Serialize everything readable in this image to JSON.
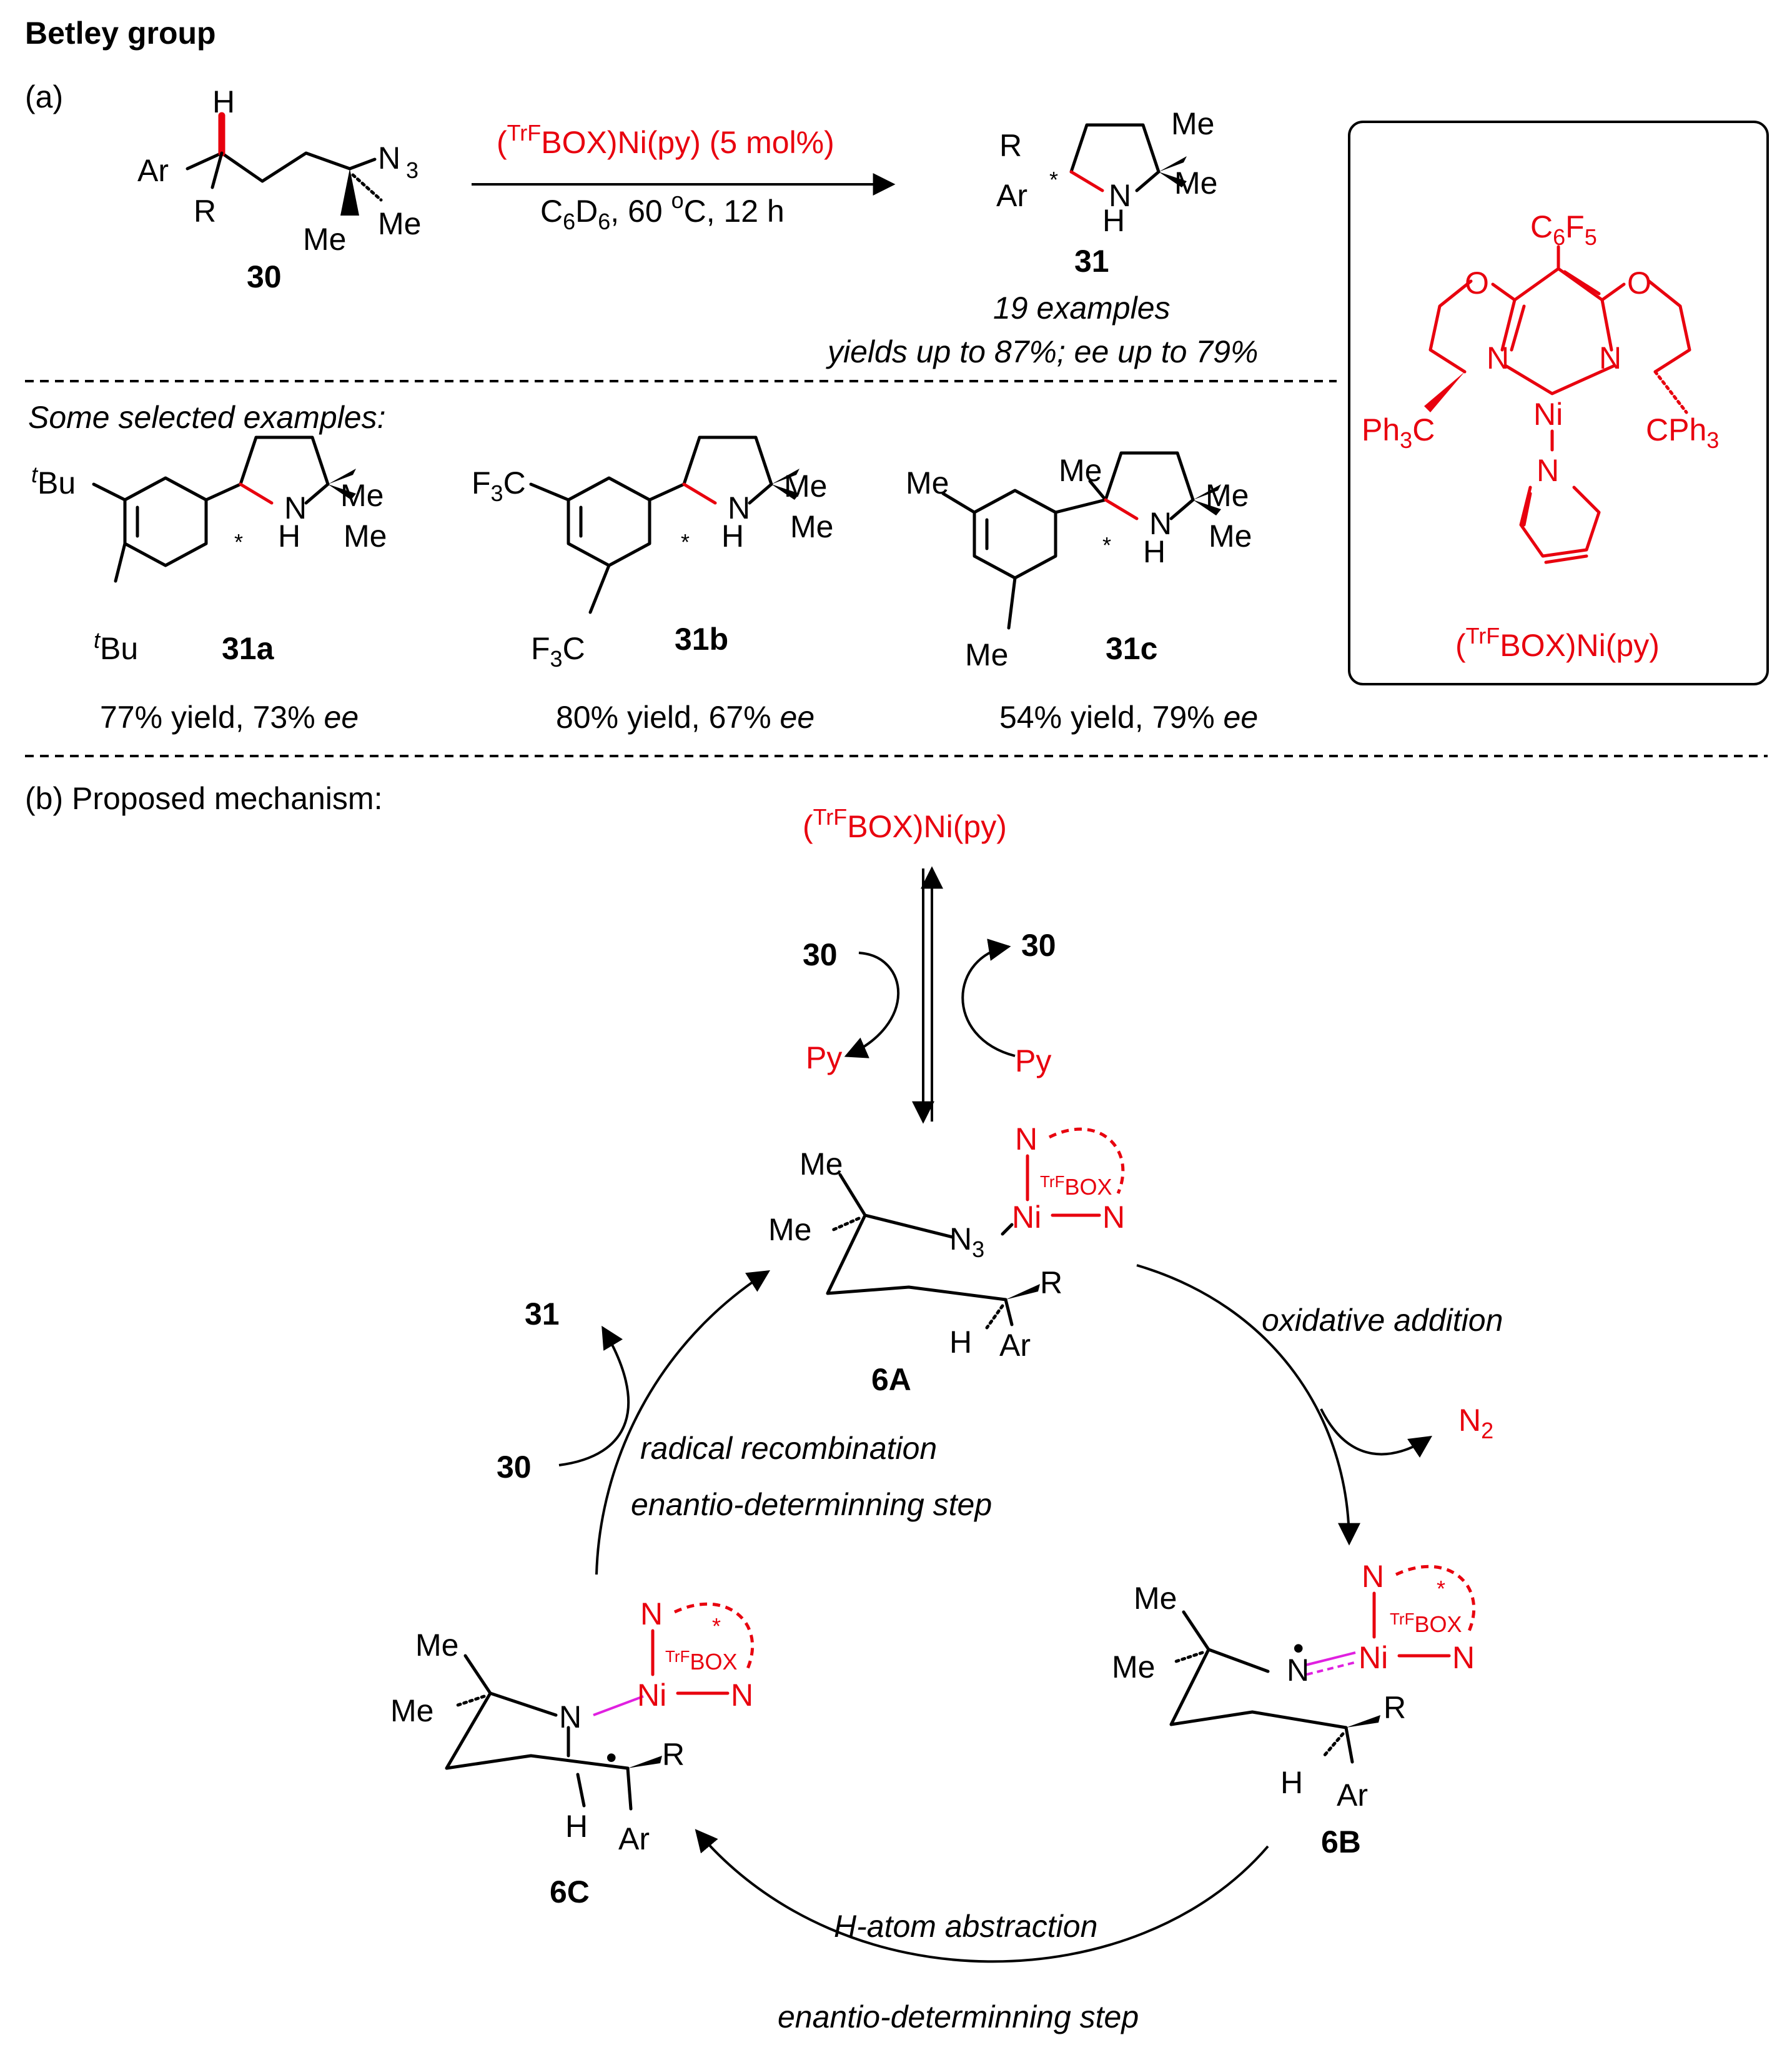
{
  "header": {
    "title": "Betley group"
  },
  "part_a": {
    "label": "(a)",
    "reactant": {
      "id": "30",
      "labels": {
        "H": "H",
        "Ar": "Ar",
        "R": "R",
        "N3": "N",
        "N3_sub": "3",
        "Me1": "Me",
        "Me2": "Me"
      }
    },
    "conditions": {
      "catalyst_pre": "(",
      "catalyst_sup": "TrF",
      "catalyst_post": "BOX)Ni(py) (5 mol%)",
      "solvent_c": "C",
      "solvent_6a": "6",
      "solvent_d": "D",
      "solvent_6b": "6",
      "temp": ", 60 ",
      "deg": "o",
      "temp_rest": "C, 12 h"
    },
    "product": {
      "id": "31",
      "labels": {
        "R": "R",
        "Ar": "Ar",
        "star": "*",
        "N": "N",
        "H": "H",
        "Me1": "Me",
        "Me2": "Me"
      }
    },
    "summary": {
      "examples": "19 examples",
      "yields": "yields up to 87%; ee up to 79%"
    }
  },
  "catalyst_box": {
    "labels": {
      "C6F5_c": "C",
      "C6F5_6": "6",
      "C6F5_f": "F",
      "C6F5_5": "5",
      "O": "O",
      "N": "N",
      "Ni": "Ni",
      "Ph3C_ph": "Ph",
      "Ph3C_3": "3",
      "Ph3C_c": "C",
      "CPh3_c": "CPh",
      "CPh3_3": "3"
    },
    "name_pre": "(",
    "name_sup": "TrF",
    "name_post": "BOX)Ni(py)"
  },
  "examples": {
    "heading": "Some selected examples:",
    "items": [
      {
        "id": "31a",
        "subst": "Bu",
        "subst_pre": "t",
        "yield_text": "77% yield, 73% ",
        "ee": "ee"
      },
      {
        "id": "31b",
        "subst": "F",
        "subst_3": "3",
        "subst_c": "C",
        "yield_text": "80% yield, 67% ",
        "ee": "ee"
      },
      {
        "id": "31c",
        "subst": "Me",
        "yield_text": "54% yield, 79% ",
        "ee": "ee"
      }
    ],
    "common": {
      "N": "N",
      "H": "H",
      "Me": "Me",
      "star": "*"
    }
  },
  "part_b": {
    "label": "(b) Proposed mechanism:",
    "top_catalyst": {
      "pre": "(",
      "sup": "TrF",
      "post": "BOX)Ni(py)"
    },
    "exchange": {
      "in": "30",
      "out": "30",
      "py_out": "Py",
      "py_in": "Py"
    },
    "intermediates": [
      {
        "id": "6A"
      },
      {
        "id": "6B"
      },
      {
        "id": "6C"
      }
    ],
    "steps": {
      "oxidative_addition": "oxidative addition",
      "n2": "N",
      "n2_sub": "2",
      "hat": "H-atom abstraction",
      "hat_note": "enantio-determinning step",
      "radical": "radical recombination",
      "radical_note": "enantio-determinning step",
      "product_out": "31",
      "substrate_in": "30"
    },
    "ligand": {
      "N": "N",
      "Ni": "Ni",
      "sup": "TrF",
      "box": "BOX",
      "star": "*"
    },
    "labels": {
      "Me": "Me",
      "R": "R",
      "Ar": "Ar",
      "H": "H",
      "N": "N",
      "N3_sub": "3",
      "dot": "•"
    }
  }
}
